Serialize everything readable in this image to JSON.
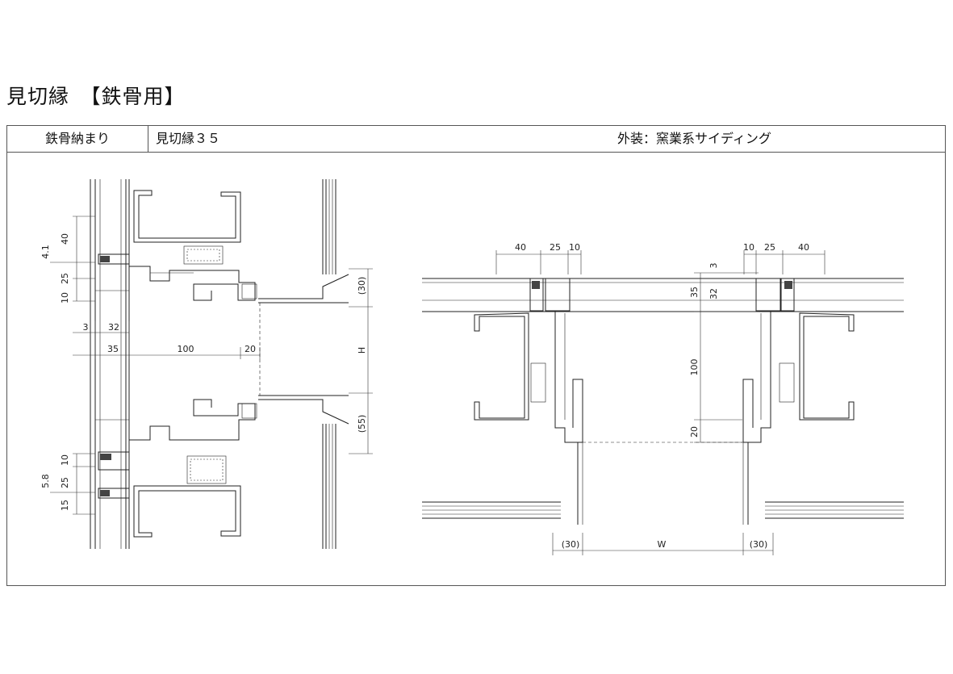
{
  "title": "見切縁　【鉄骨用】",
  "header": {
    "category": "鉄骨納まり",
    "product": "見切縁３５",
    "exterior": "外装：窯業系サイディング"
  },
  "left_section": {
    "dims_top": [
      "40",
      "4.1",
      "25",
      "10"
    ],
    "dims_horizontal_upper": [
      "3",
      "32"
    ],
    "dims_horizontal_lower": [
      "35",
      "100",
      "20"
    ],
    "dims_bottom": [
      "10",
      "5.8",
      "25",
      "15"
    ],
    "dims_right": [
      "(30)",
      "H",
      "(55)"
    ]
  },
  "right_section": {
    "dims_top_left": [
      "40",
      "25",
      "10"
    ],
    "dims_top_right": [
      "10",
      "25",
      "40"
    ],
    "dims_vertical": [
      "3",
      "35",
      "32",
      "100",
      "20"
    ],
    "dims_bottom": [
      "(30)",
      "W",
      "(30)"
    ]
  }
}
